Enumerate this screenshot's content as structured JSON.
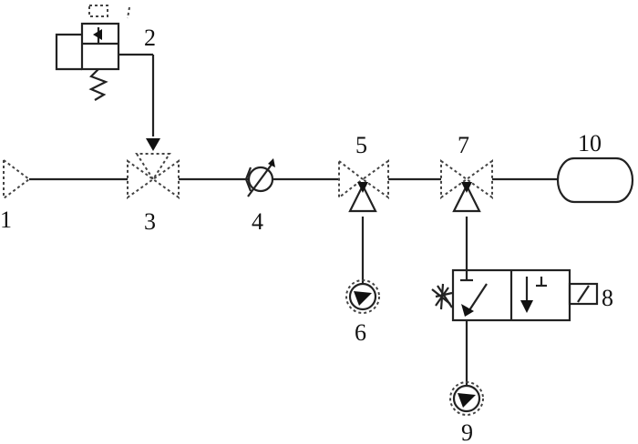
{
  "labels": {
    "n1": "1",
    "n2": "2",
    "n3": "3",
    "n4": "4",
    "n5": "5",
    "n6": "6",
    "n7": "7",
    "n8": "8",
    "n9": "9",
    "n10": "10"
  },
  "colors": {
    "line": "#222222",
    "text": "#111111",
    "background": "#ffffff"
  }
}
